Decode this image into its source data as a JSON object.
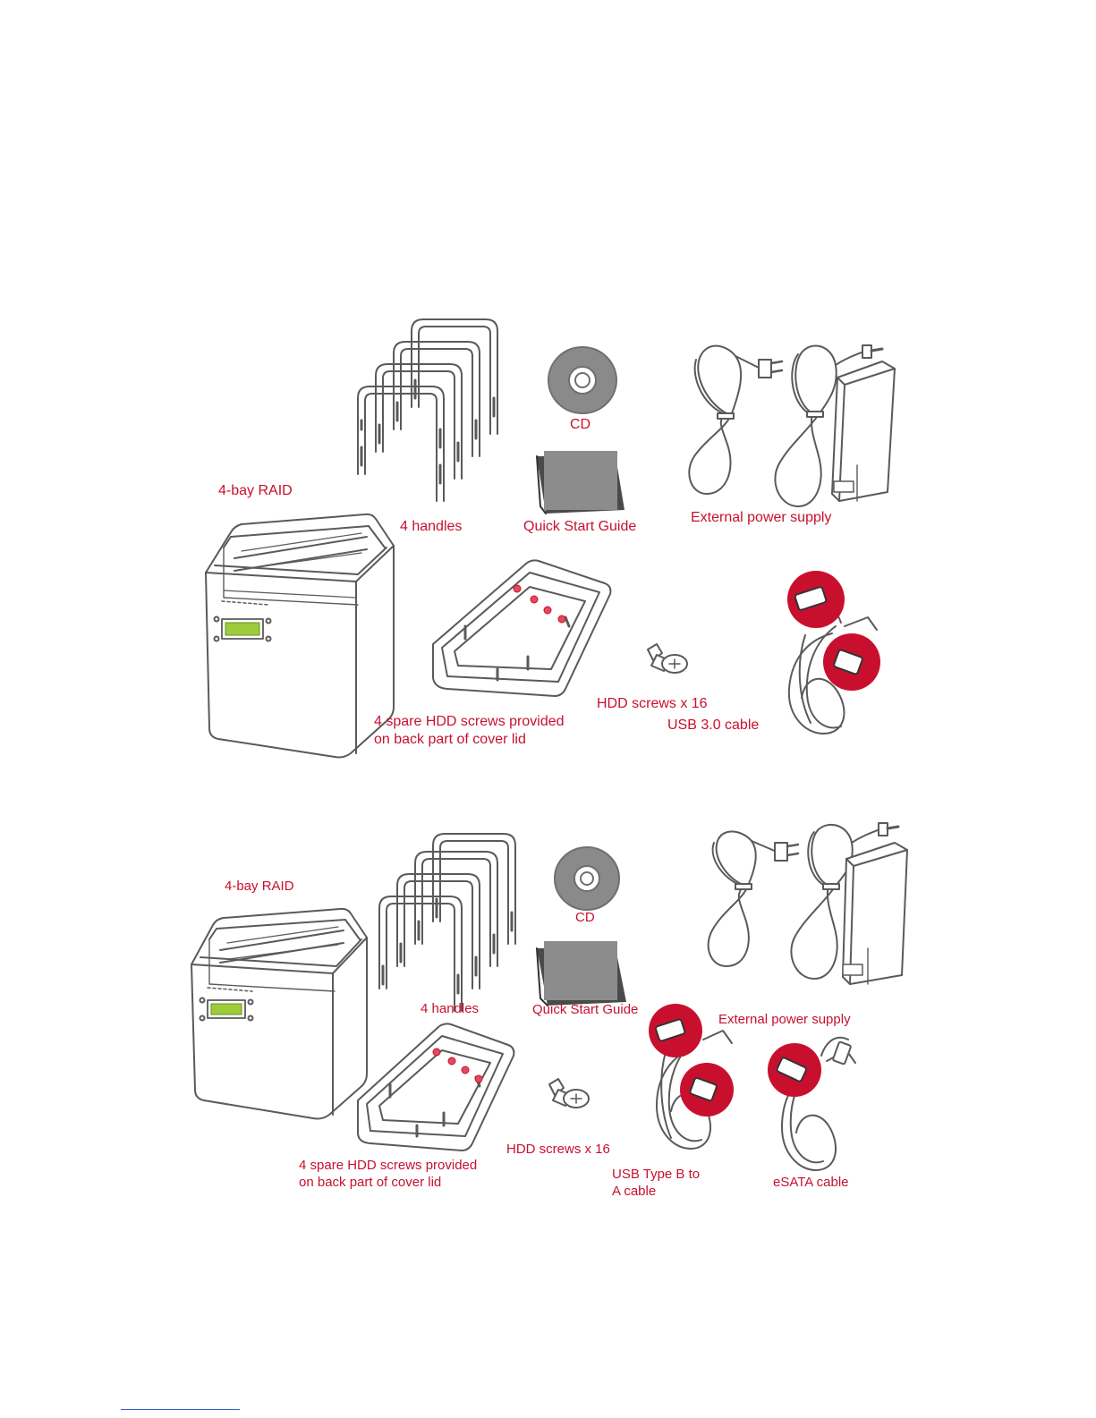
{
  "colors": {
    "label": "#c8102e",
    "outline": "#5a5a5a",
    "lcd": "#9ccc3a",
    "screw_dot": "#e24a5e",
    "connector_bg": "#c8102e"
  },
  "figure_usb": {
    "raid": "4-bay RAID",
    "handles": "4 handles",
    "cd": "CD",
    "guide": "Quick Start Guide",
    "psu": "External power supply",
    "spare_line1": "4 spare HDD screws provided",
    "spare_line2": "on back part of cover lid",
    "screws": "HDD screws x 16",
    "usb": "USB 3.0 cable"
  },
  "figure_esata": {
    "raid": "4-bay RAID",
    "handles": "4 handles",
    "cd": "CD",
    "guide": "Quick Start Guide",
    "psu": "External power supply",
    "spare_line1": "4 spare HDD screws provided",
    "spare_line2": "on back part of cover lid",
    "screws": "HDD screws x 16",
    "usb_line1": "USB Type B to",
    "usb_line2": "A cable",
    "esata": "eSATA cable"
  }
}
